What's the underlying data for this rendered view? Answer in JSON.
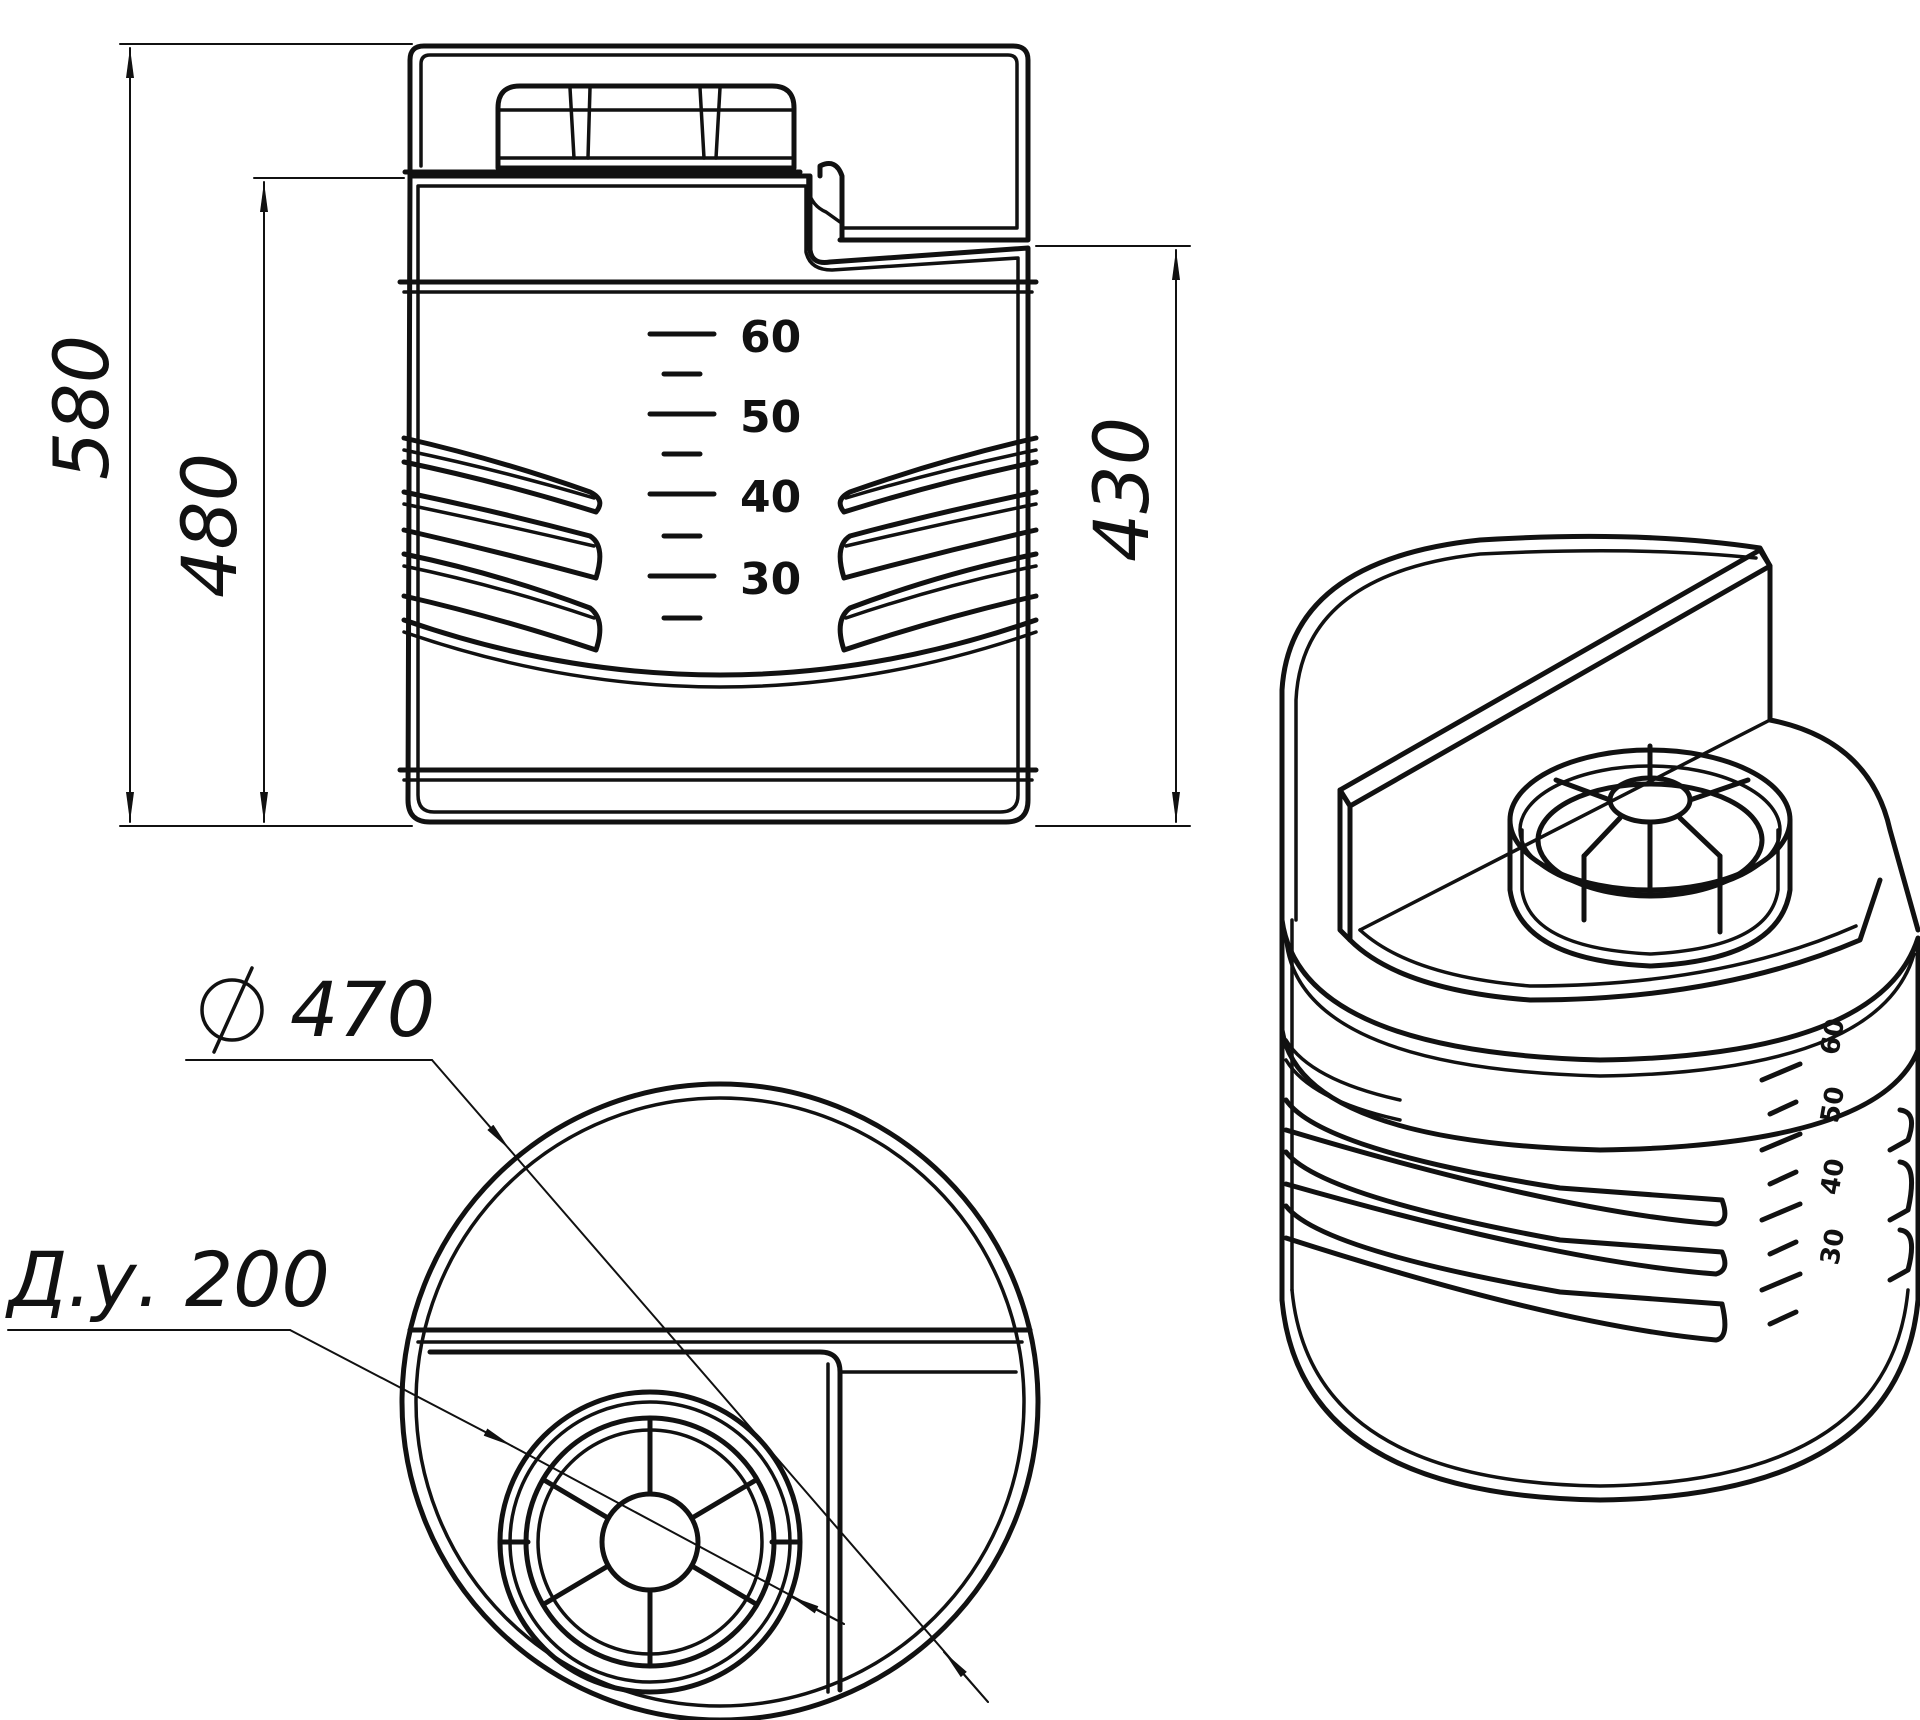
{
  "dimensions": {
    "overall_height": "580",
    "body_height": "480",
    "side_height": "430",
    "diameter": "470",
    "nominal_bore": "Д.у. 200"
  },
  "scale_marks": {
    "labels": [
      "60",
      "50",
      "40",
      "30"
    ]
  },
  "colors": {
    "line": "#111111",
    "background": "#ffffff"
  },
  "icons": {
    "diameter_symbol": "diameter-sign"
  }
}
